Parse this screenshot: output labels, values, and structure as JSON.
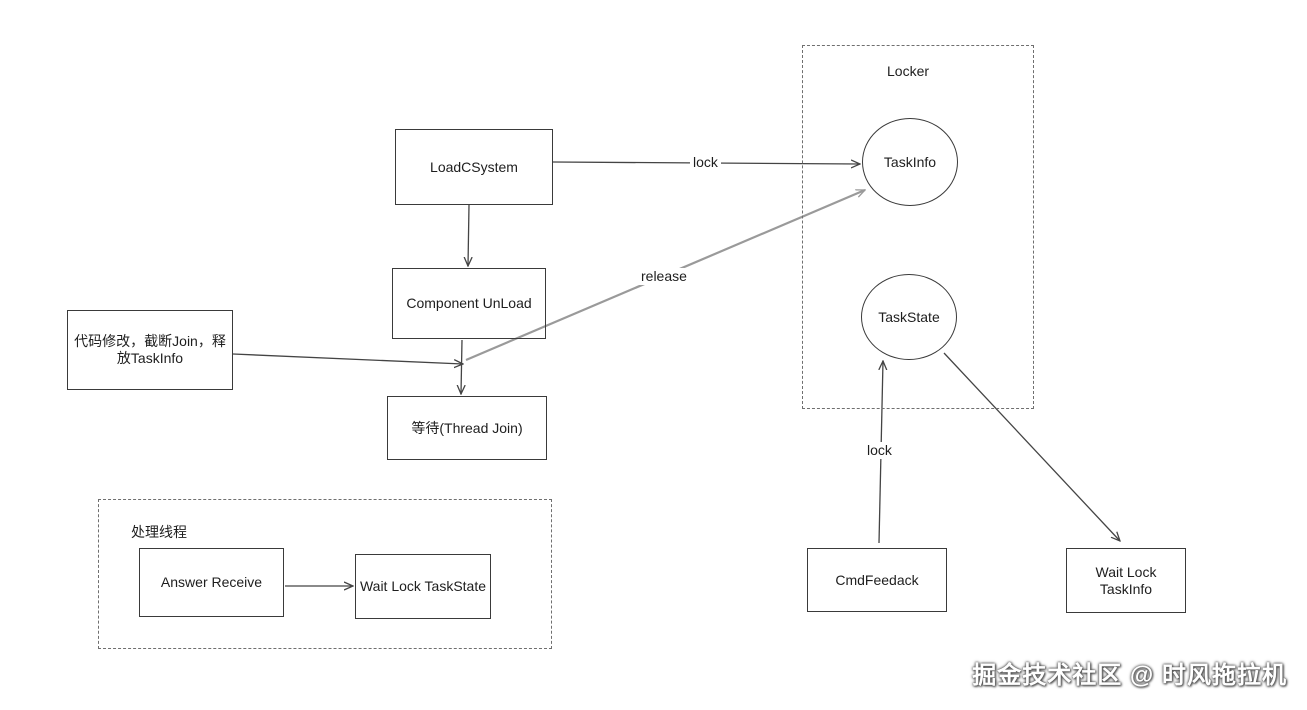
{
  "groups": {
    "locker": "Locker",
    "process_thread": "处理线程"
  },
  "nodes": {
    "load_csystem": "LoadCSystem",
    "component_unload": "Component UnLoad",
    "code_change_line1": "代码修改，截断Join，释",
    "code_change_line2": "放TaskInfo",
    "wait_thread_join": "等待(Thread Join)",
    "task_info": "TaskInfo",
    "task_state": "TaskState",
    "cmd_feedack": "CmdFeedack",
    "wait_lock_taskinfo_line1": "Wait Lock",
    "wait_lock_taskinfo_line2": "TaskInfo",
    "answer_receive": "Answer Receive",
    "wait_lock_taskstate": "Wait Lock TaskState"
  },
  "edges": {
    "lock_top": "lock",
    "release": "release",
    "lock_bottom": "lock"
  },
  "watermark": "掘金技术社区 @ 时风拖拉机"
}
